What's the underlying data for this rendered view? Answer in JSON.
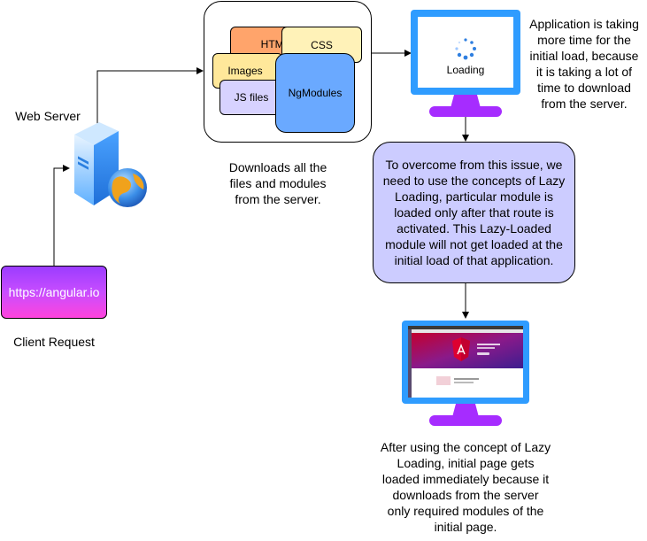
{
  "web_server_label": "Web Server",
  "client_button_label": "https://angular.io",
  "client_request_label": "Client Request",
  "bundle": {
    "html": "HTML",
    "css": "CSS",
    "images": "Images",
    "js_files": "JS files",
    "ngmodules": "NgModules"
  },
  "downloads_caption": [
    "Downloads all the",
    "files and modules",
    "from the server."
  ],
  "loading_text": "Loading",
  "slow_caption": [
    "Application is taking",
    "more time for the",
    "initial load, because",
    "it is taking a lot of",
    "time to download",
    "from the server."
  ],
  "lazy_note": [
    "To overcome from this issue, we",
    "need to use the concepts of Lazy",
    "Loading, particular module is",
    "loaded only after that route is",
    "activated. This Lazy-Loaded",
    "module will not get loaded at the",
    "initial load of that application."
  ],
  "result_caption": [
    "After using the concept of Lazy",
    "Loading, initial page gets",
    "loaded immediately because it",
    "downloads from the server",
    "only required modules of the",
    "initial page."
  ],
  "colors": {
    "monitor_frame": "#2f9cff",
    "monitor_stand": "#a62cff",
    "note_fill": "#ccccff",
    "html_fill": "#ffa46b",
    "css_fill": "#fff2b8",
    "images_fill": "#ffe89a",
    "js_fill": "#d7d2ff",
    "ngmodules_fill": "#6aa9ff"
  }
}
